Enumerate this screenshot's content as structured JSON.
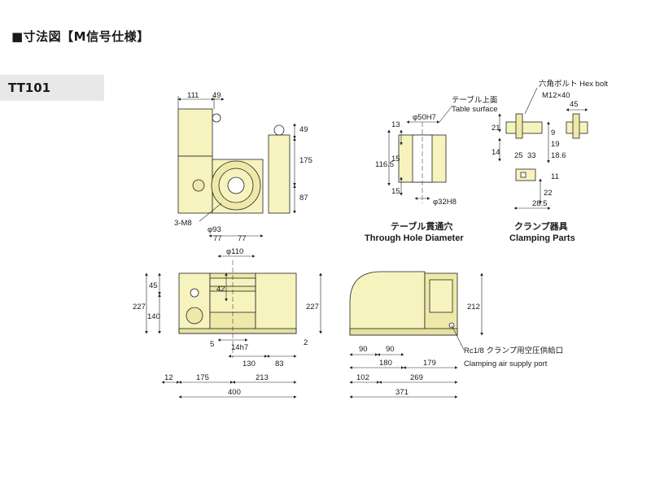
{
  "header": {
    "title": "■寸法図【M信号仕様】",
    "model": "TT101"
  },
  "top_view": {
    "dims": [
      "111",
      "49",
      "49",
      "175",
      "87",
      "3-M8",
      "φ93",
      "77",
      "77",
      "φ110"
    ]
  },
  "through_hole": {
    "label_jp": "テーブル上面",
    "label_en": "Table surface",
    "dims": [
      "φ50H7",
      "13",
      "116.5",
      "15",
      "15",
      "φ32H8"
    ],
    "caption_jp": "テーブル貫通穴",
    "caption_en": "Through Hole Diameter"
  },
  "clamp": {
    "label": "六角ボルト Hex bolt",
    "bolt": "M12×40",
    "dims": [
      "45",
      "21",
      "9",
      "19",
      "14",
      "25",
      "33",
      "18.6",
      "22",
      "28.5",
      "11"
    ],
    "caption_jp": "クランプ器具",
    "caption_en": "Clamping Parts"
  },
  "front_view": {
    "dims": [
      "227",
      "45",
      "140",
      "42",
      "227",
      "5",
      "14h7",
      "130",
      "83",
      "2",
      "12",
      "175",
      "213",
      "400"
    ]
  },
  "side_view": {
    "dims": [
      "212",
      "90",
      "90",
      "180",
      "179",
      "102",
      "269",
      "371"
    ],
    "port_jp": "Rc1/8 クランプ用空圧供給口",
    "port_en": "Clamping air supply port"
  },
  "colors": {
    "body": "#f7f3bf",
    "line": "#222222",
    "accent": "#c9c486"
  }
}
